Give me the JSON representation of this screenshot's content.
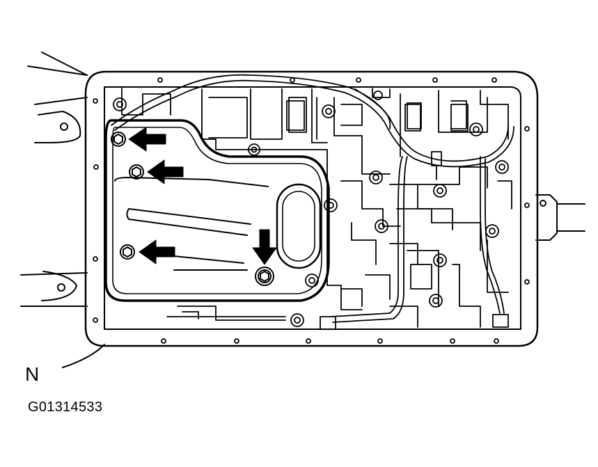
{
  "diagram": {
    "callout_letter": "N",
    "figure_id": "G01314533",
    "line_color": "#000000",
    "background_color": "#ffffff",
    "arrow_count": 4
  }
}
